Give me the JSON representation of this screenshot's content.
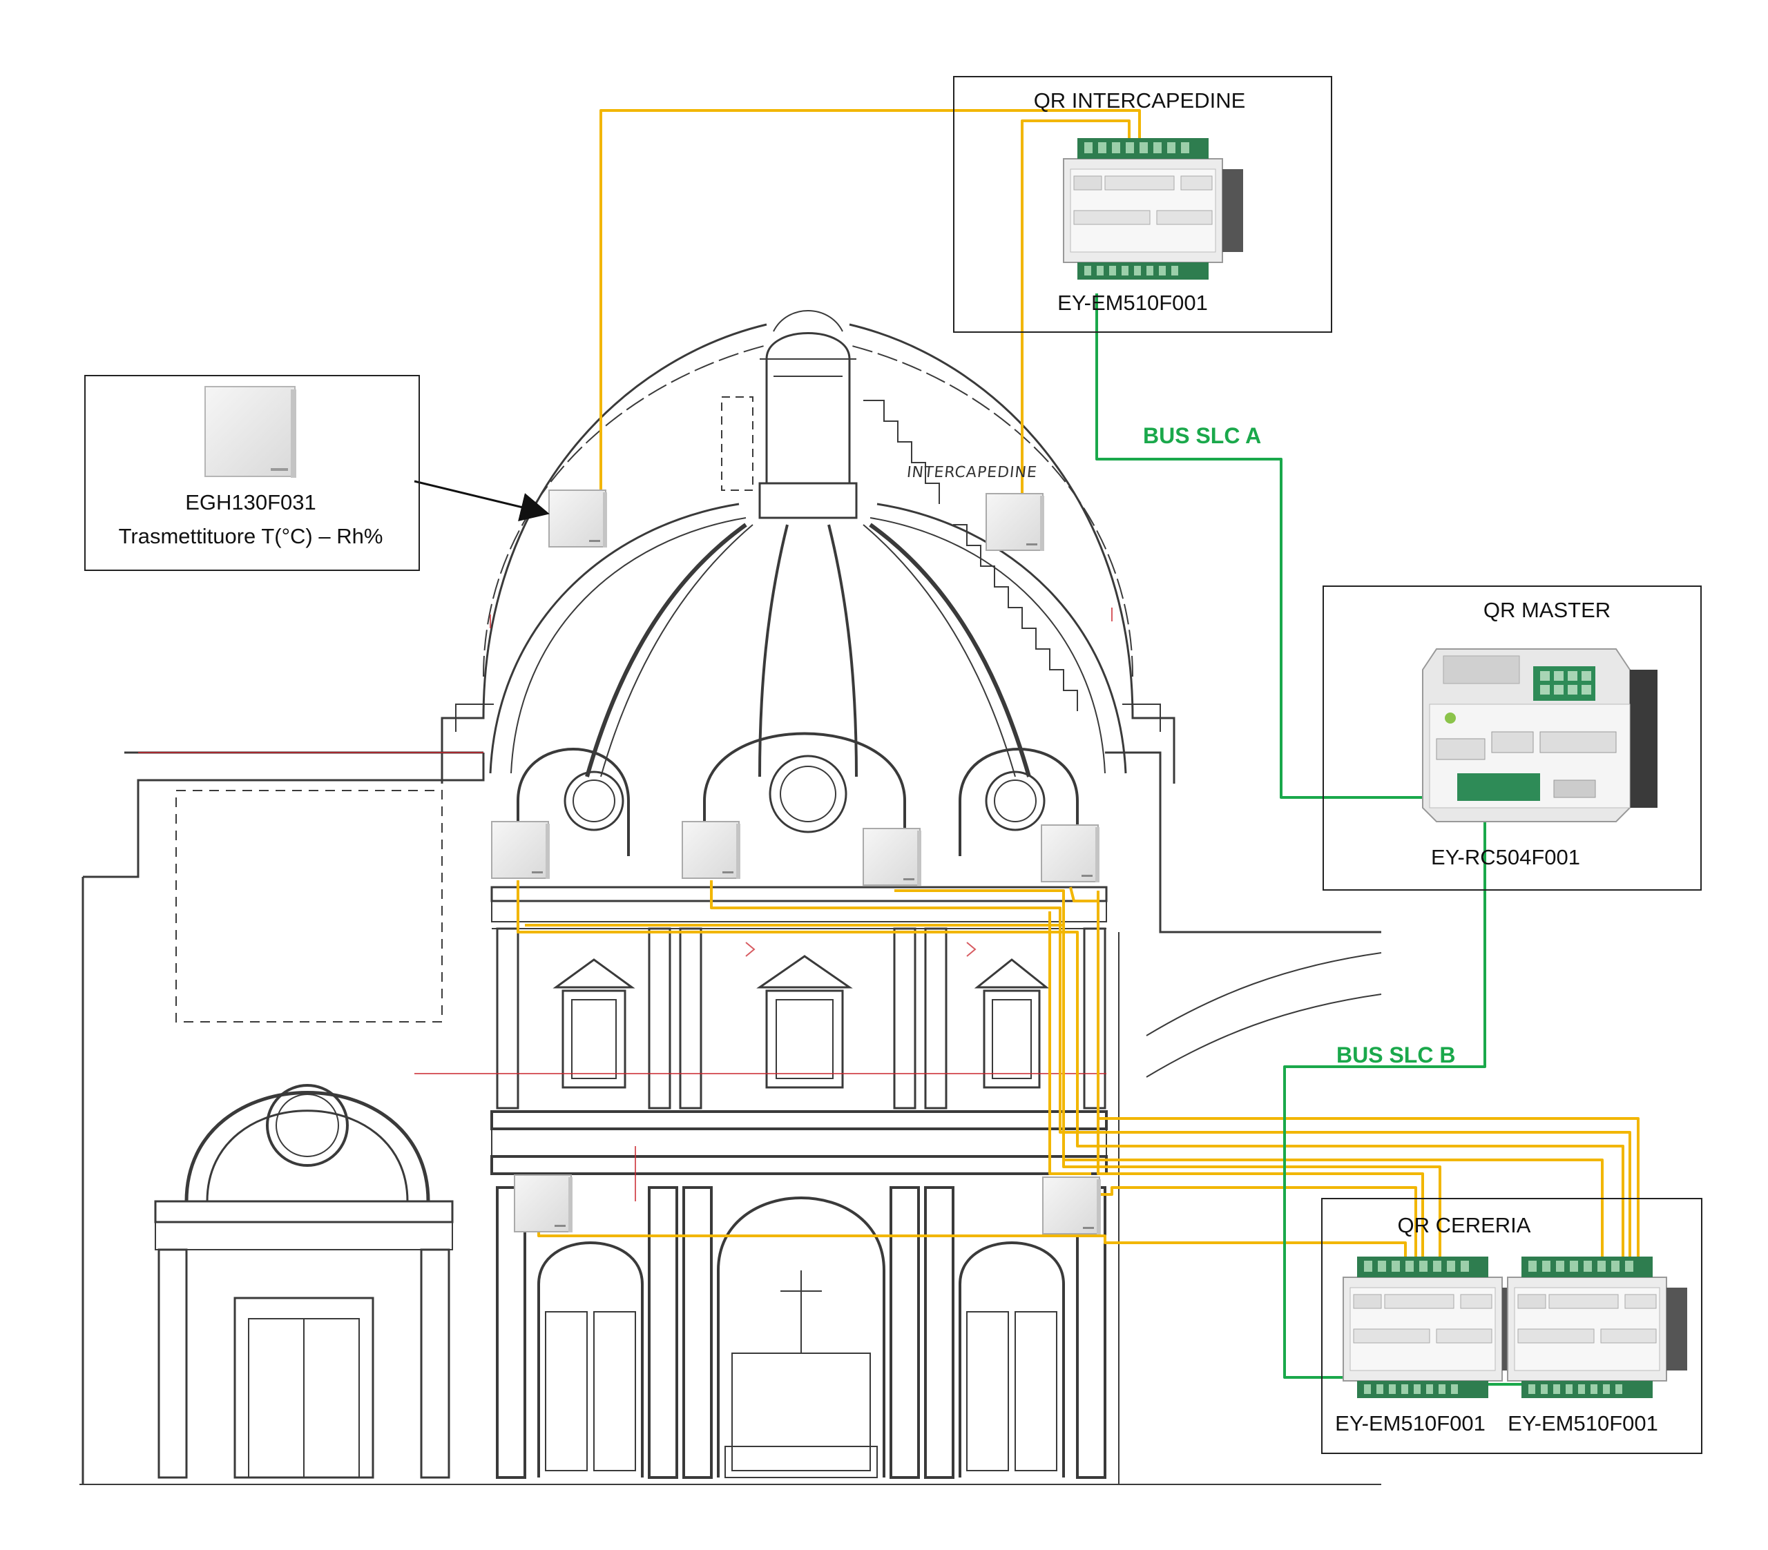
{
  "colors": {
    "sensor_wire": "#f2b600",
    "bus_wire": "#1aa84b",
    "drawing_line": "#3a3a3a",
    "accent_red": "#c9242c"
  },
  "panels": {
    "intercapedine": {
      "title": "QR INTERCAPEDINE",
      "module_label": "EY-EM510F001"
    },
    "master": {
      "title": "QR MASTER",
      "module_label": "EY-RC504F001"
    },
    "cereria": {
      "title": "QR CERERIA",
      "module_label_1": "EY-EM510F001",
      "module_label_2": "EY-EM510F001"
    }
  },
  "legend": {
    "model": "EGH130F031",
    "description": "Trasmettituore T(°C) – Rh%"
  },
  "bus": {
    "a_label": "BUS SLC A",
    "b_label": "BUS SLC B"
  },
  "drawing": {
    "intercapedine_label": "INTERCAPEDINE"
  },
  "icons": {
    "sensor": "sensor-box-icon",
    "io_module": "io-module-icon",
    "controller": "controller-icon"
  }
}
